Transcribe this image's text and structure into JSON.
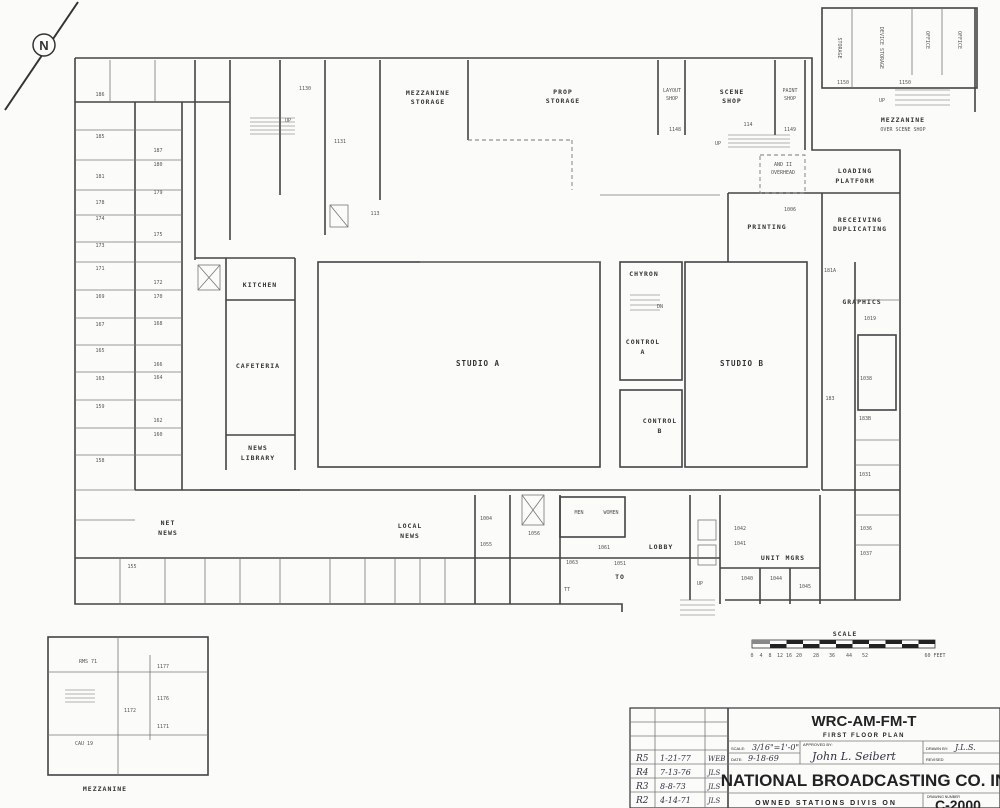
{
  "plan": {
    "rooms": {
      "mezzanine_storage": [
        "MEZZANINE",
        "STORAGE"
      ],
      "prop_storage": [
        "PROP",
        "STORAGE"
      ],
      "layout_shop": [
        "LAYOUT",
        "SHOP"
      ],
      "scene_shop": [
        "SCENE",
        "SHOP"
      ],
      "paint_shop": [
        "PAINT",
        "SHOP"
      ],
      "overhead": [
        "AND II",
        "OVERHEAD"
      ],
      "loading_platform": [
        "LOADING",
        "PLATFORM"
      ],
      "printing": "PRINTING",
      "receiving": [
        "RECEIVING",
        "DUPLICATING"
      ],
      "chyron": "CHYRON",
      "control_a": [
        "CONTROL",
        "A"
      ],
      "control_b": [
        "CONTROL",
        "B"
      ],
      "studio_a": "STUDIO A",
      "studio_b": "STUDIO B",
      "graphics": "GRAPHICS",
      "kitchen": "KITCHEN",
      "cafeteria": "CAFETERIA",
      "news_library": [
        "NEWS",
        "LIBRARY"
      ],
      "net_news": [
        "NET",
        "NEWS"
      ],
      "local_news": [
        "LOCAL",
        "NEWS"
      ],
      "lobby": "LOBBY",
      "men": "MEN",
      "women": "WOMEN",
      "unit_mgrs": "UNIT MGRS",
      "to": "TO",
      "tt": "TT"
    },
    "room_numbers": [
      "186",
      "185",
      "187",
      "180",
      "181",
      "179",
      "178",
      "175",
      "174",
      "173",
      "172",
      "171",
      "170",
      "169",
      "168",
      "167",
      "166",
      "165",
      "164",
      "163",
      "162",
      "160",
      "159",
      "158",
      "155",
      "1130",
      "1131",
      "113",
      "114",
      "1148",
      "1149",
      "1006",
      "1004",
      "1055",
      "1056",
      "1061",
      "1063",
      "1051",
      "1042",
      "1041",
      "1040",
      "1044",
      "1045",
      "181A",
      "183",
      "183B",
      "1031",
      "1036",
      "1037",
      "1038",
      "1019"
    ],
    "mezzanine_top": {
      "title": "MEZZANINE",
      "subtitle": "OVER SCENE SHOP",
      "rooms": [
        "STORAGE",
        "DEVICE STORAGE",
        "OFFICE",
        "OFFICE"
      ],
      "numbers": [
        "1150",
        "1150"
      ],
      "up": "UP"
    },
    "mezzanine_bottom": {
      "title": "MEZZANINE",
      "rooms": [
        "RMS 71",
        "CAU 19"
      ],
      "numbers": [
        "1177",
        "1176",
        "1171",
        "1172"
      ]
    },
    "up_labels": [
      "UP",
      "UP",
      "UP",
      "DN"
    ]
  },
  "scale_bar": {
    "title": "SCALE",
    "ticks": [
      "0",
      "4",
      "8",
      "12",
      "16",
      "20",
      "28",
      "36",
      "44",
      "52",
      "60 FEET"
    ]
  },
  "title_block": {
    "station": "WRC-AM-FM-T",
    "sheet": "FIRST FLOOR PLAN",
    "scale_label": "SCALE:",
    "scale_value": "3/16\"=1'-0\"",
    "date_label": "DATE:",
    "date_value": "9-18-69",
    "approved_label": "APPROVED BY:",
    "approved_signature": "John L. Seibert",
    "drawn_label": "DRAWN BY:",
    "drawn_value": "J.L.S.",
    "revised_label": "REVISED",
    "company": "NATIONAL BROADCASTING CO. IN",
    "division": "OWNED STATIONS DIVIS ON",
    "drawing_number_label": "DRAWING NUMBER",
    "drawing_number": "C-2000",
    "revisions": [
      {
        "rev": "R5",
        "date": "1-21-77",
        "by": "WEB"
      },
      {
        "rev": "R4",
        "date": "7-13-76",
        "by": "JLS"
      },
      {
        "rev": "R3",
        "date": "8-8-73",
        "by": "JLS"
      },
      {
        "rev": "R2",
        "date": "4-14-71",
        "by": "JLS"
      }
    ]
  },
  "north_arrow": {
    "label": "N"
  }
}
